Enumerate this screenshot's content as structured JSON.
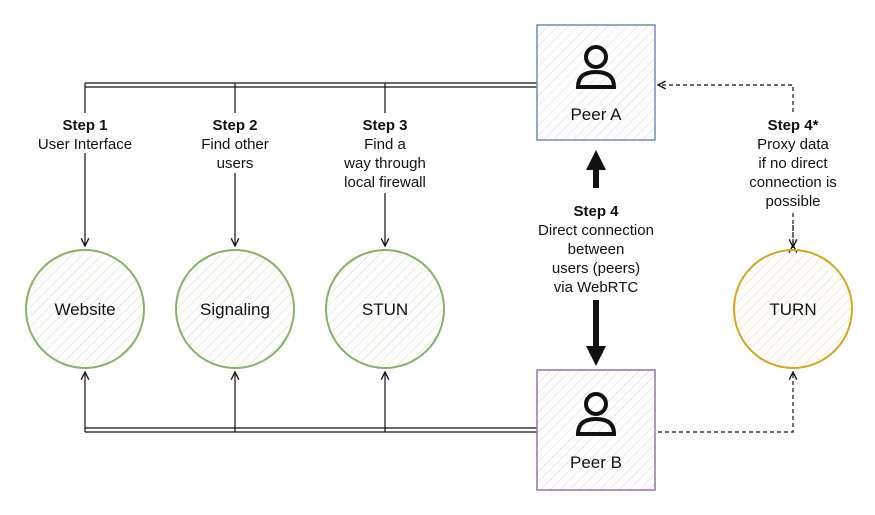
{
  "colors": {
    "website": "#82b366",
    "signaling": "#82b366",
    "stun": "#82b366",
    "turn": "#d6a520",
    "peer_a": "#6c8ebf",
    "peer_b": "#9673a6",
    "line": "#111111"
  },
  "nodes": {
    "website": "Website",
    "signaling": "Signaling",
    "stun": "STUN",
    "turn": "TURN",
    "peer_a": "Peer A",
    "peer_b": "Peer B"
  },
  "icons": {
    "peer": "user-icon"
  },
  "steps": {
    "step1": {
      "title": "Step 1",
      "lines": [
        "User Interface"
      ]
    },
    "step2": {
      "title": "Step 2",
      "lines": [
        "Find other",
        "users"
      ]
    },
    "step3": {
      "title": "Step 3",
      "lines": [
        "Find a",
        "way through",
        "local firewall"
      ]
    },
    "step4": {
      "title": "Step 4",
      "lines": [
        "Direct connection",
        "between",
        "users (peers)",
        "via WebRTC"
      ]
    },
    "step4_star": {
      "title": "Step 4*",
      "lines": [
        "Proxy data",
        "if no direct",
        "connection is",
        "possible"
      ]
    }
  }
}
